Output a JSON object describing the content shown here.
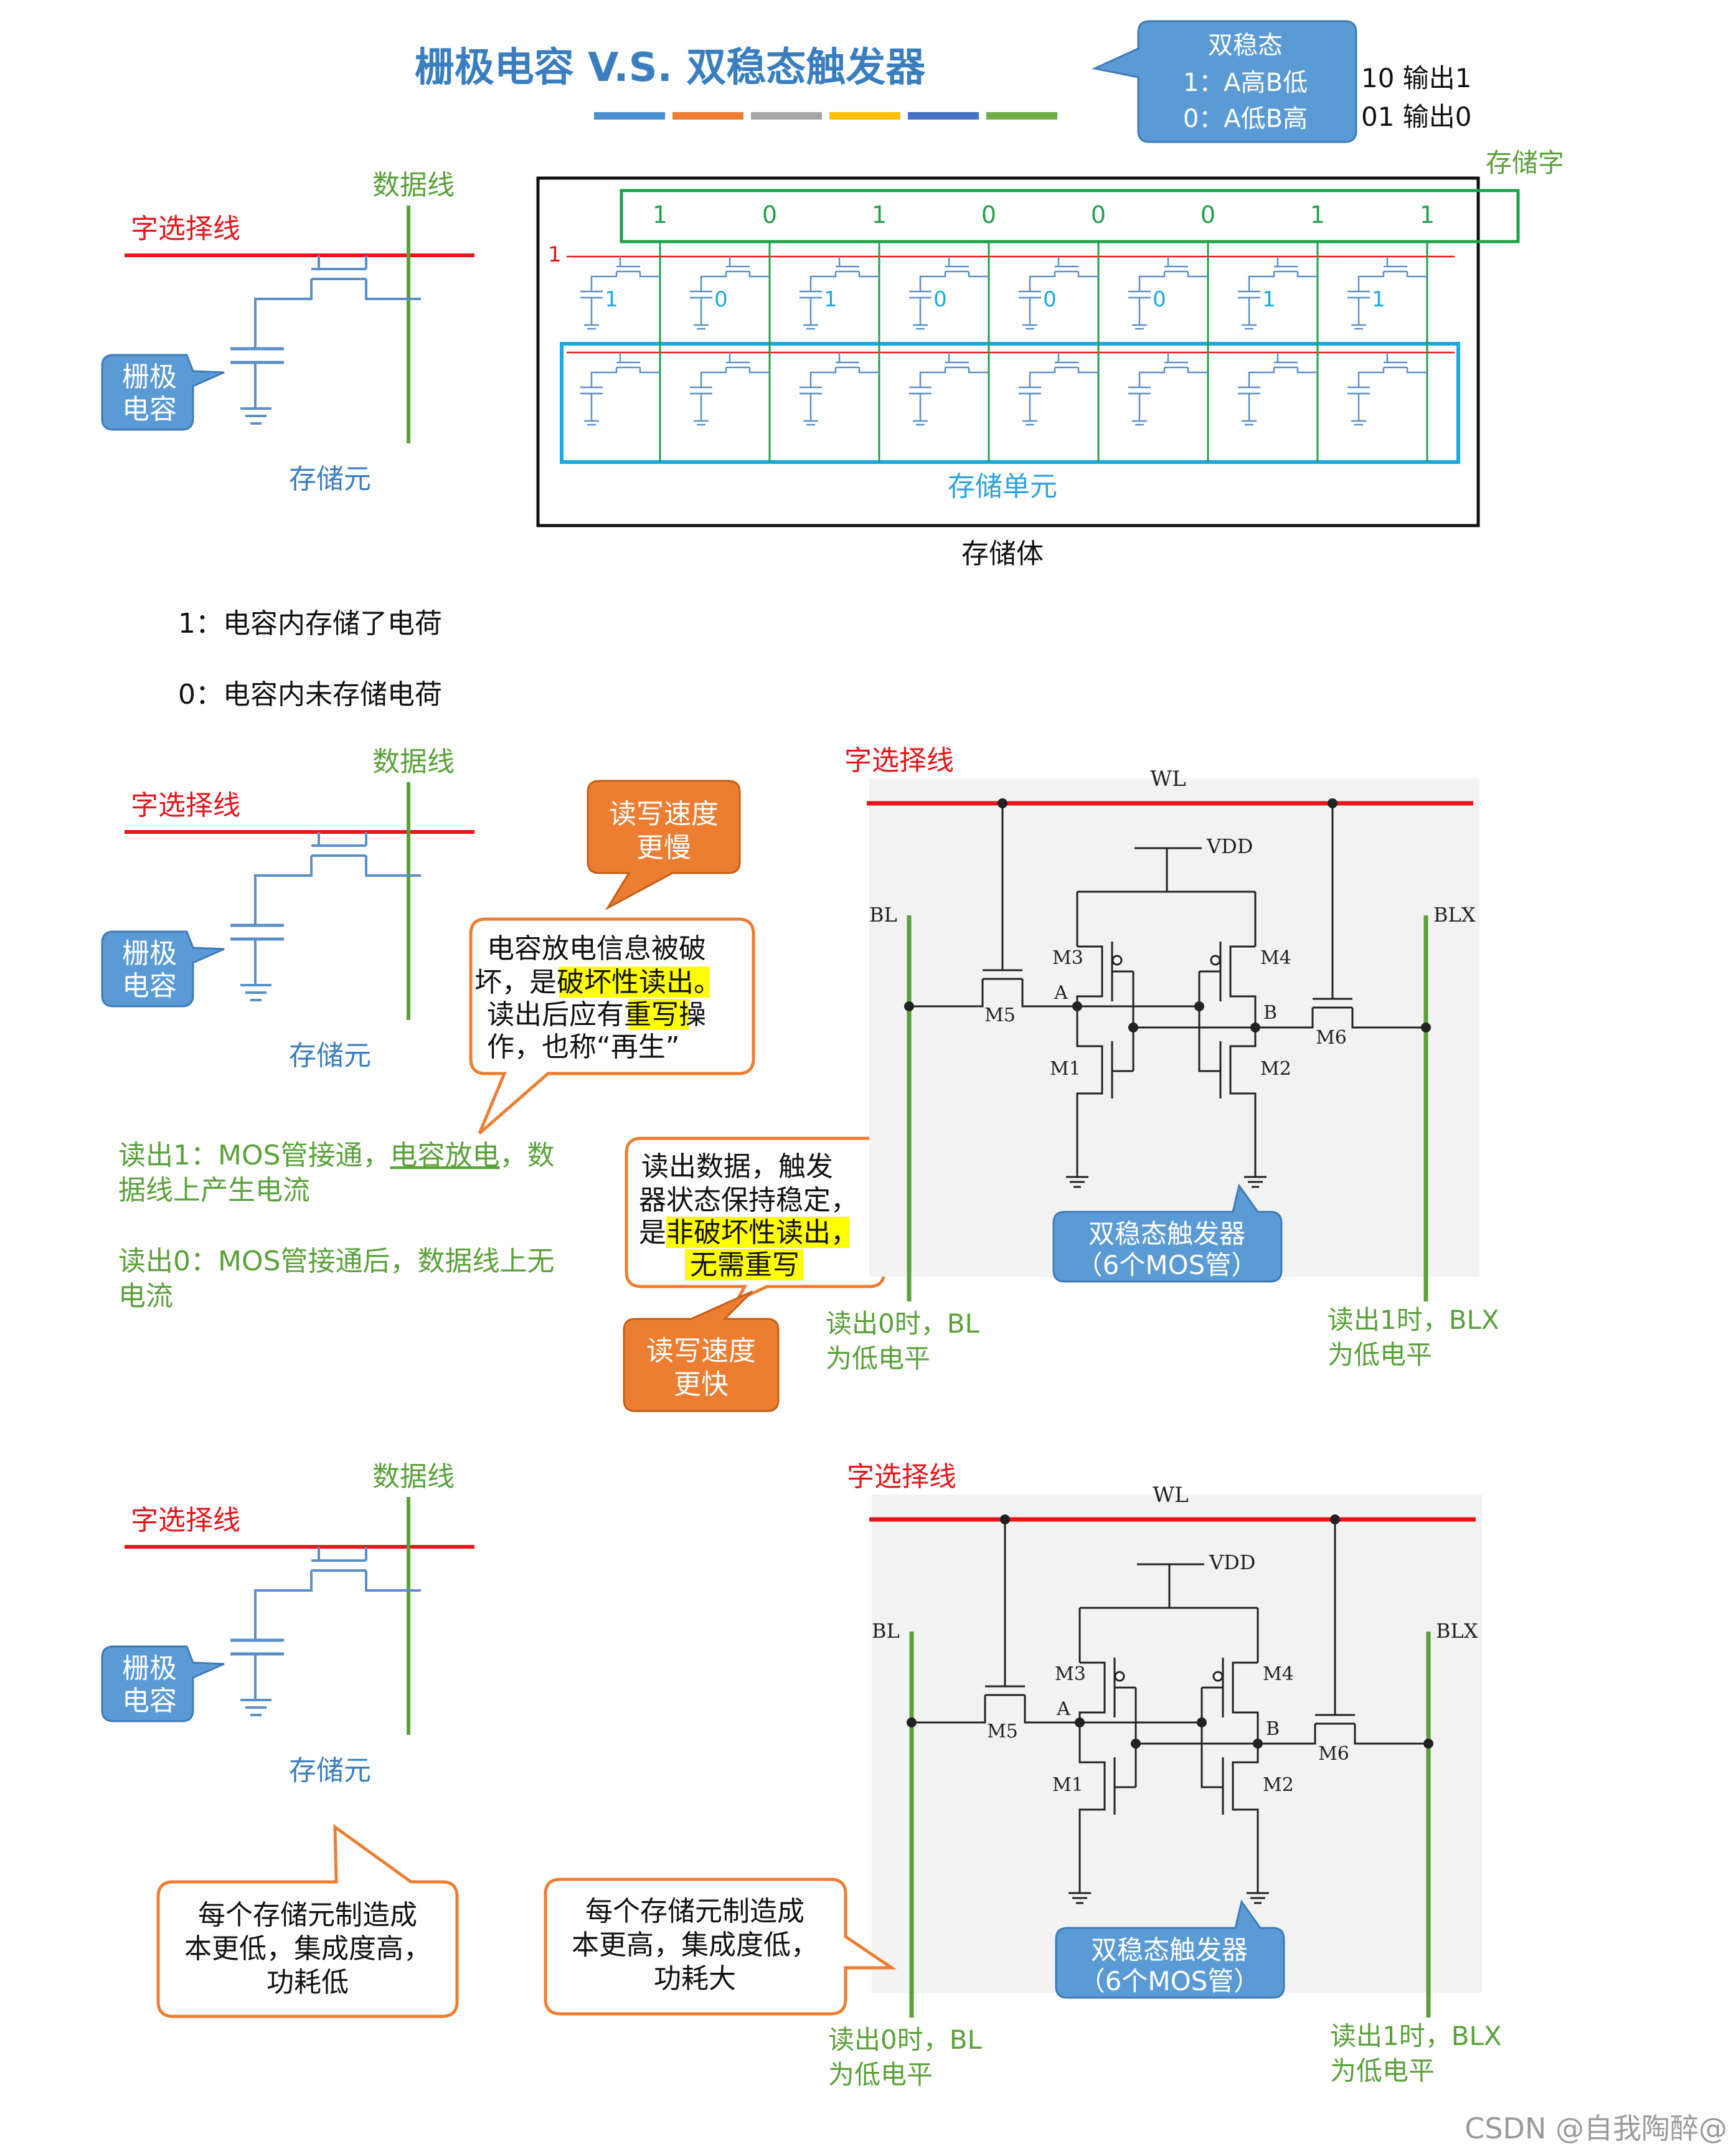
{
  "title": "栅极电容 V.S. 双稳态触发器",
  "header_callout": {
    "title": "双稳态",
    "line1": "1：A高B低",
    "line2": "0：A低B高"
  },
  "header_codes": {
    "line1": "10  输出1",
    "line2": "01  输出0"
  },
  "title_bar_colors": [
    "#4a8fd0",
    "#ed7d31",
    "#a5a5a5",
    "#ffc000",
    "#4472c4",
    "#70ad47"
  ],
  "left_cell": {
    "data_line": "数据线",
    "word_line": "字选择线",
    "gate_cap": [
      "栅极",
      "电容"
    ],
    "cell_label": "存储元"
  },
  "array": {
    "word_label": "存储字",
    "bits_top": [
      "1",
      "0",
      "1",
      "0",
      "0",
      "0",
      "1",
      "1"
    ],
    "bits_cap": [
      "1",
      "0",
      "1",
      "0",
      "0",
      "0",
      "1",
      "1"
    ],
    "row_marker": "1",
    "unit_label": "存储单元",
    "body_label": "存储体"
  },
  "legend": {
    "one": "1：电容内存储了电荷",
    "zero": "0：电容内未存储电荷"
  },
  "section2": {
    "speed_slow": [
      "读写速度",
      "更慢"
    ],
    "destructive": {
      "l1": "电容放电信息被破",
      "l2a": "坏，是",
      "l2b": "破坏性读出",
      "l2c": "。",
      "l3a": "读出后应有",
      "l3b": "重写",
      "l3c": "操",
      "l4": "作，也称“再生”"
    },
    "read1": {
      "l1a": "读出1：MOS管接通，",
      "l1b": "电容放电",
      "l1c": "，数",
      "l2": "据线上产生电流"
    },
    "read0": {
      "l1": "读出0：MOS管接通后，数据线上无",
      "l2": "电流"
    },
    "nondestructive": {
      "l1": "读出数据，触发",
      "l2": "器状态保持稳定，",
      "l3a": "是",
      "l3b": "非破坏性读出",
      "l3c": "，",
      "l4": "无需重写"
    },
    "speed_fast": [
      "读写速度",
      "更快"
    ]
  },
  "sram": {
    "word_line": "字选择线",
    "wl": "WL",
    "vdd": "VDD",
    "bl": "BL",
    "blx": "BLX",
    "m1": "M1",
    "m2": "M2",
    "m3": "M3",
    "m4": "M4",
    "m5": "M5",
    "m6": "M6",
    "node_a": "A",
    "node_b": "B",
    "flipflop": [
      "双稳态触发器",
      "（6个MOS管）"
    ],
    "read0": [
      "读出0时，BL",
      "为低电平"
    ],
    "read1": [
      "读出1时，BLX",
      "为低电平"
    ]
  },
  "section3": {
    "cheap": [
      "每个存储元制造成",
      "本更低，集成度高，",
      "功耗低"
    ],
    "costly": [
      "每个存储元制造成",
      "本更高，集成度低，",
      "功耗大"
    ]
  },
  "watermark": "CSDN @自我陶醉@"
}
